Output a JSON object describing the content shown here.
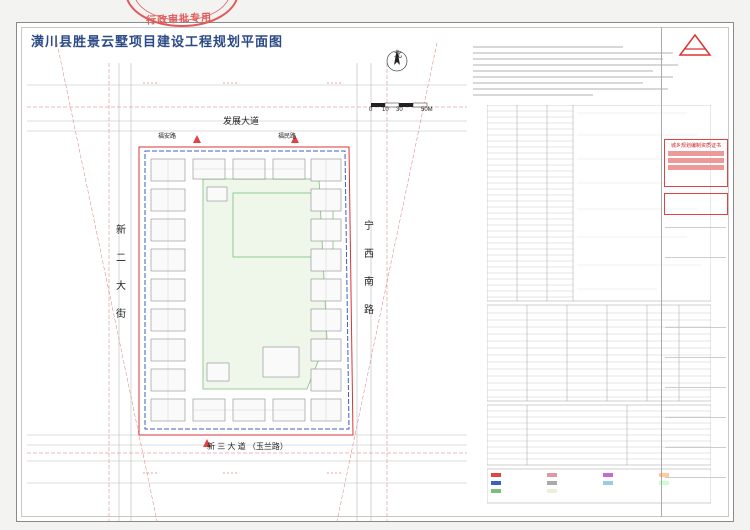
{
  "title": "潢川县胜景云墅项目建设工程规划平面图",
  "stamp": "行政审批专用",
  "roads": {
    "north": "发展大道",
    "south": "新 三 大 道 （玉兰路）",
    "west": [
      "新",
      "二",
      "大",
      "街"
    ],
    "east": [
      "宁",
      "西",
      "南",
      "路"
    ]
  },
  "streets": {
    "north_left": "福安路",
    "north_right": "福民路"
  },
  "compass": "北",
  "scale": [
    "0",
    "10",
    "30",
    "50M"
  ],
  "colors": {
    "title": "#2c4a86",
    "site_line": "#d33",
    "boundary_blue": "#3a5fc8",
    "green_zone": "#7cc07a",
    "stamp": "#e05a5a"
  },
  "titleblock": {
    "stamp_title": "城乡规划编制资质证书"
  }
}
